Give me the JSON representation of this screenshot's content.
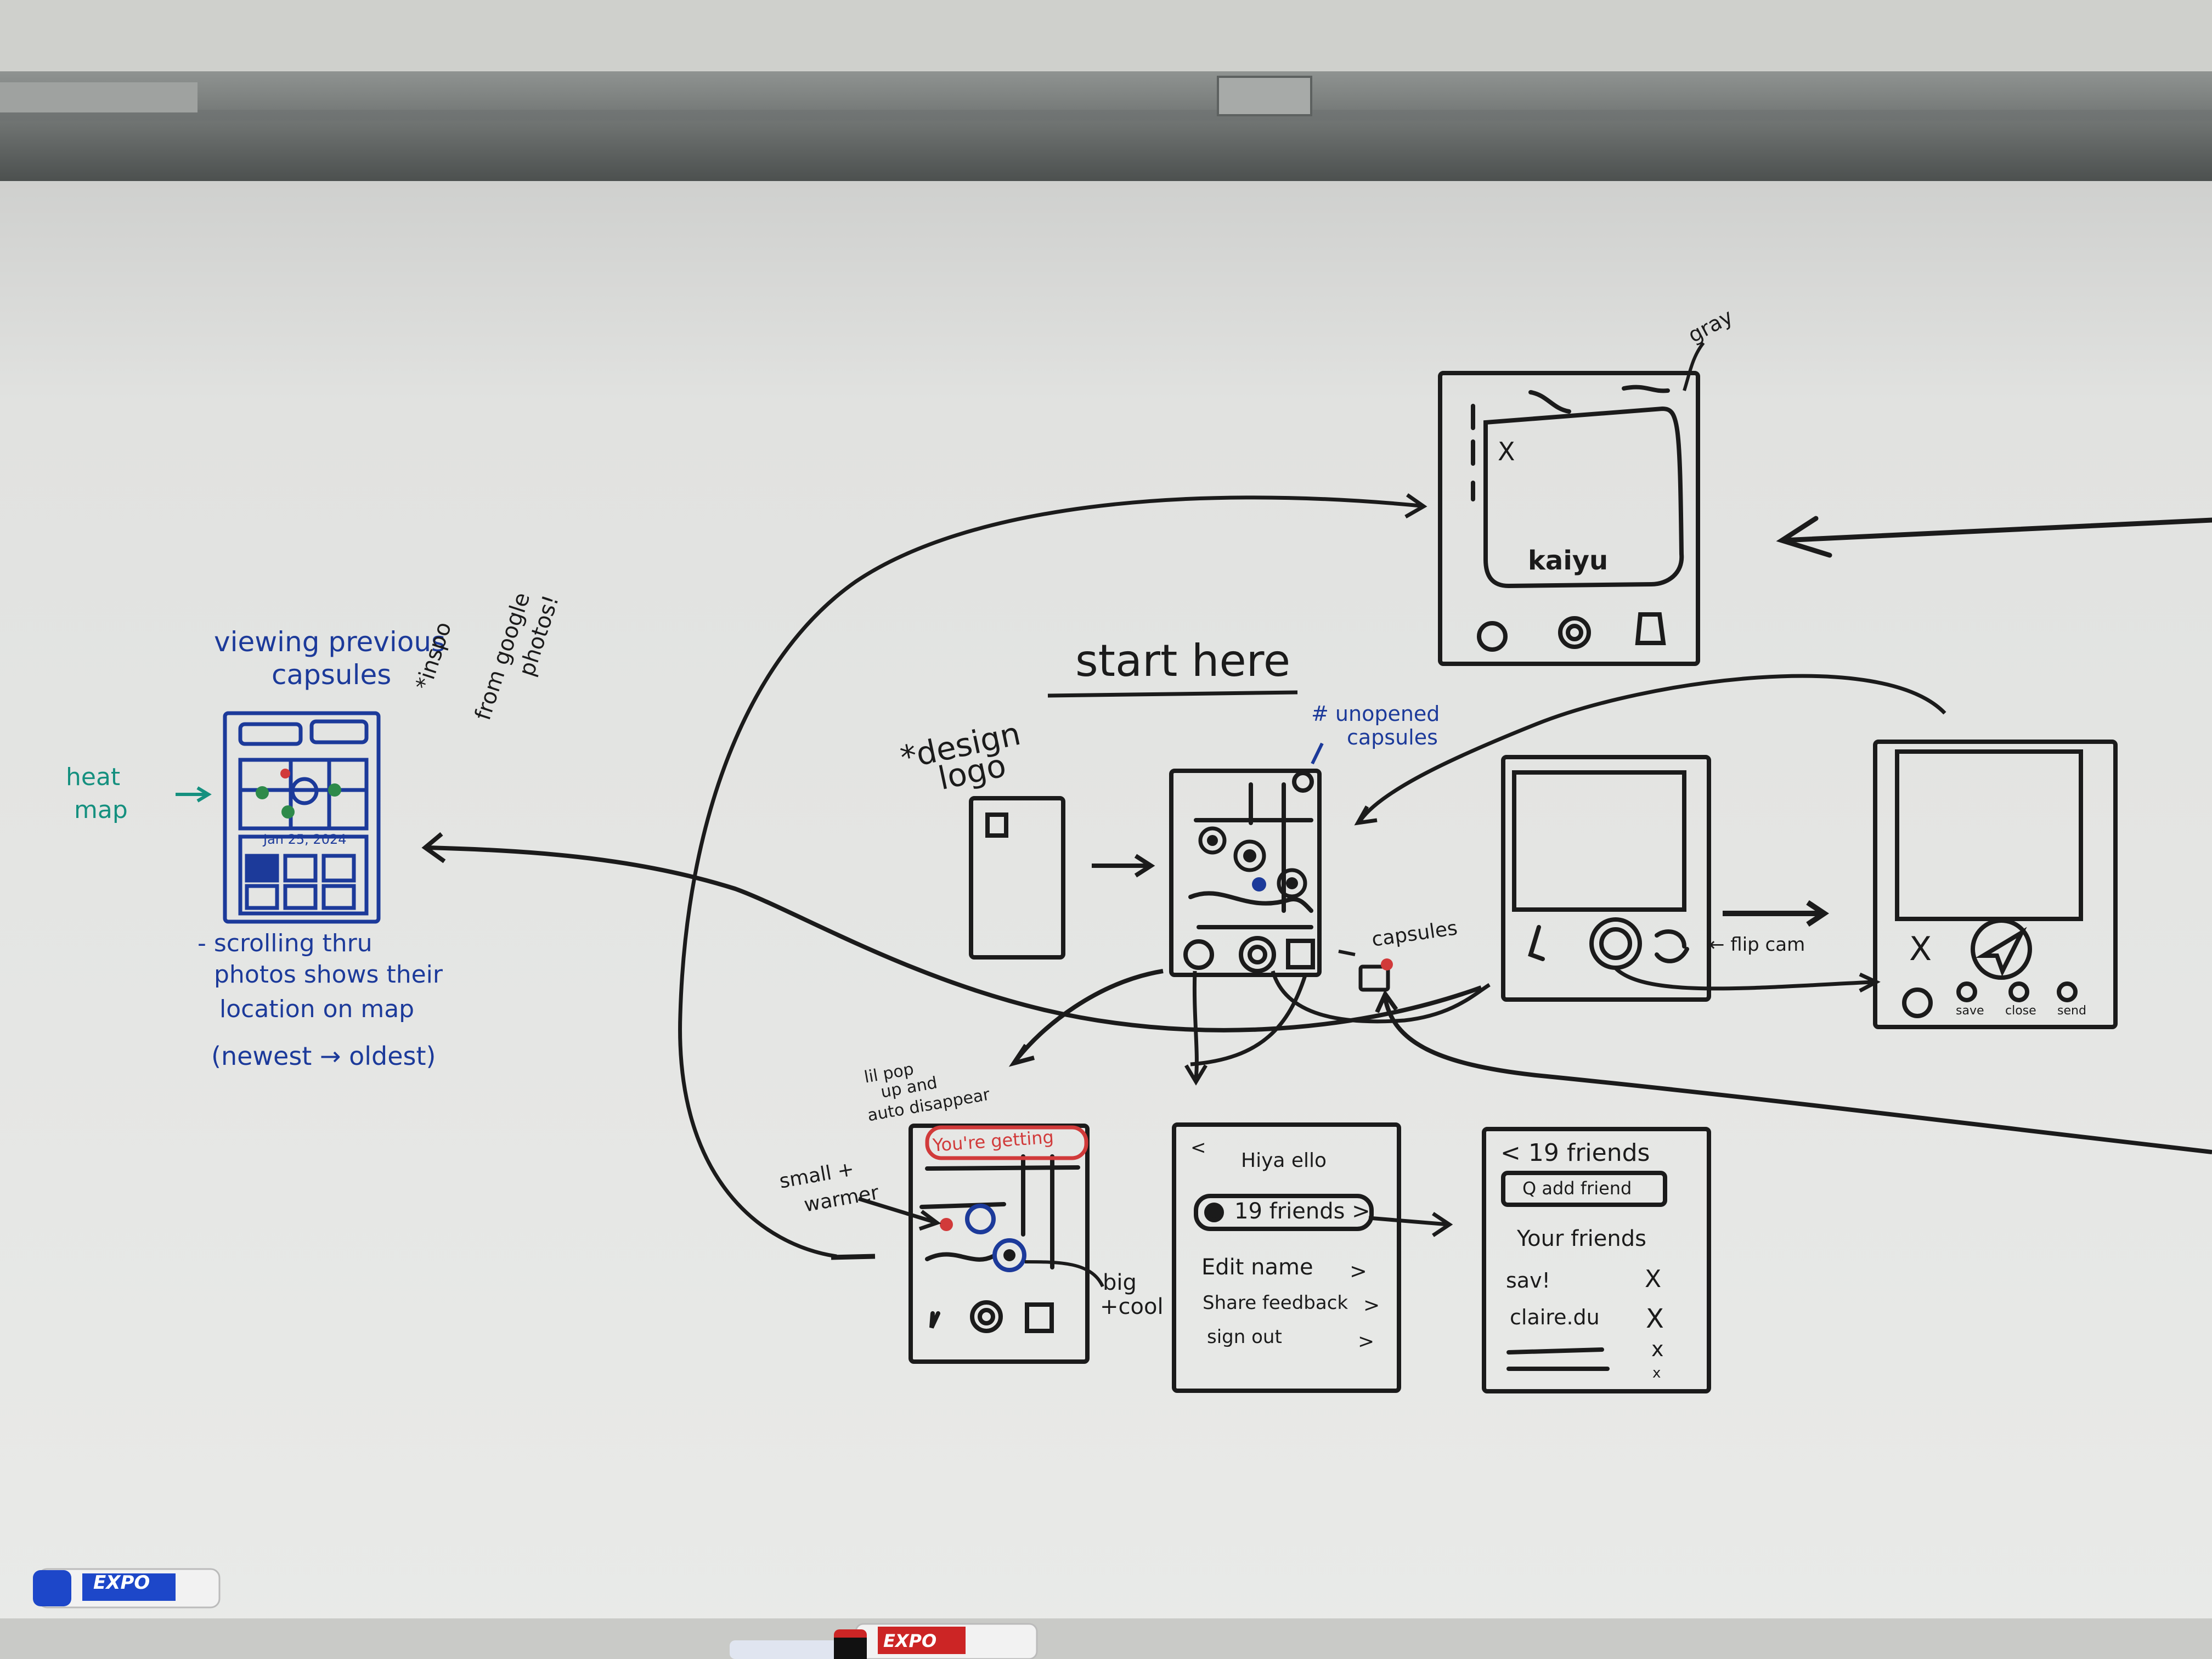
{
  "whiteboard": {
    "colors": {
      "ink_black": "#1b1b1b",
      "ink_blue": "#1c3a9a",
      "ink_teal": "#15907f",
      "ink_red": "#d13a3a",
      "board": "#e6e7e5"
    },
    "title": "start here",
    "left_panel": {
      "heading_line1": "viewing previous",
      "heading_line2": "capsules",
      "inspo_line1": "*inspo",
      "inspo_line2": "from google",
      "inspo_line3": "photos!",
      "heat_map_line1": "heat",
      "heat_map_line2": "map",
      "date": "Jan 25, 2024",
      "note_line1": "- scrolling thru",
      "note_line2": "photos shows their",
      "note_line3": "location on map",
      "note_line4": "(newest → oldest)"
    },
    "splash": {
      "label_line1": "*design",
      "label_line2": "logo"
    },
    "map_screen": {
      "unopened_line1": "# unopened",
      "unopened_line2": "capsules",
      "capsules_label": "capsules"
    },
    "camera_top": {
      "gray_label": "gray",
      "x_label": "X",
      "brand": "kaiyu"
    },
    "camera_screen": {
      "flip_label": "← flip cam"
    },
    "review_screen": {
      "x_label": "X",
      "save_label": "save",
      "close_label": "close",
      "send_label": "send"
    },
    "getting_close_screen": {
      "popup_note_line1": "lil pop",
      "popup_note_line2": "up and",
      "popup_note_line3": "auto disappear",
      "banner": "You're getting",
      "small_warmer_line1": "small +",
      "small_warmer_line2": "warmer",
      "big_cool_line1": "big",
      "big_cool_line2": "+cool"
    },
    "profile_screen": {
      "back": "<",
      "greeting": "Hiya ello",
      "friends_button": "19 friends  >",
      "menu": [
        {
          "label": "Edit name",
          "chevron": ">"
        },
        {
          "label": "Share feedback",
          "chevron": ">"
        },
        {
          "label": "sign out",
          "chevron": ">"
        }
      ]
    },
    "friends_screen": {
      "header": "< 19 friends",
      "add_friend": "Q add friend",
      "section": "Your friends",
      "friends": [
        {
          "name": "sav!",
          "remove": "X"
        },
        {
          "name": "claire.du",
          "remove": "X"
        },
        {
          "name": "",
          "remove": "x"
        },
        {
          "name": "",
          "remove": "x"
        }
      ]
    }
  },
  "markers": {
    "brand": "EXPO"
  }
}
